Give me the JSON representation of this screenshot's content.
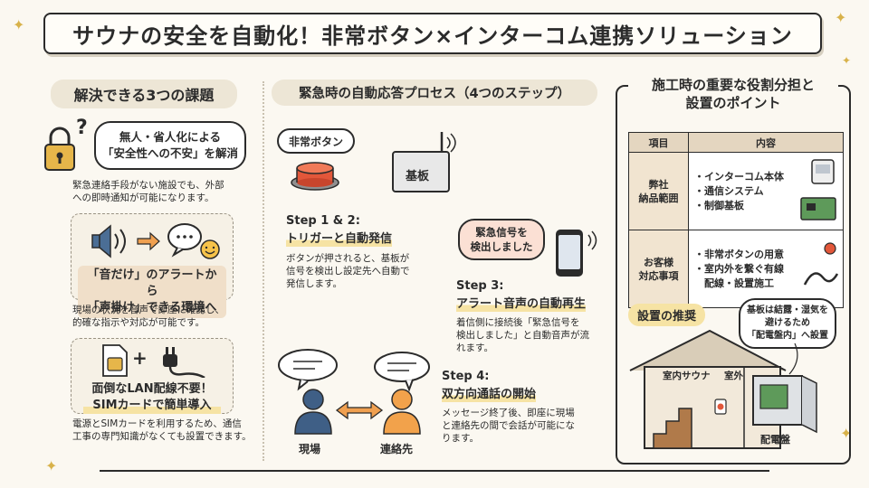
{
  "title": "サウナの安全を自動化！非常ボタン×インターコム連携ソリューション",
  "left": {
    "heading": "解決できる3つの課題",
    "item1": {
      "bubble_line1": "無人・省人化による",
      "bubble_line2": "「安全性への不安」を解消",
      "desc_line1": "緊急連絡手段がない施設でも、外部",
      "desc_line2": "への即時通知が可能になります。"
    },
    "item2": {
      "banner_line1": "「音だけ」のアラートから",
      "banner_line2": "「声掛け」できる環境へ",
      "desc_line1": "現場の状況を音声で即座に確認し、",
      "desc_line2": "的確な指示や対応が可能です。"
    },
    "item3": {
      "banner_line1": "面倒なLAN配線不要！",
      "banner_line2": "SIMカードで簡単導入",
      "desc_line1": "電源とSIMカードを利用するため、通信",
      "desc_line2": "工事の専門知識がなくても設置できます。"
    },
    "plus": "+"
  },
  "middle": {
    "heading": "緊急時の自動応答プロセス（4つのステップ）",
    "button_label": "非常ボタン",
    "device_label": "基板",
    "step12": {
      "label": "Step 1 & 2:",
      "title": "トリガーと自動発信",
      "desc_line1": "ボタンが押されると、基板が",
      "desc_line2": "信号を検出し設定先へ自動で",
      "desc_line3": "発信します。"
    },
    "phone_bubble_line1": "緊急信号を",
    "phone_bubble_line2": "検出しました",
    "step3": {
      "label": "Step 3:",
      "title": "アラート音声の自動再生",
      "desc_line1": "着信側に接続後「緊急信号を",
      "desc_line2": "検出しました」と自動音声が流",
      "desc_line3": "れます。"
    },
    "person_left": "現場",
    "person_right": "連絡先",
    "step4": {
      "label": "Step 4:",
      "title": "双方向通話の開始",
      "desc_line1": "メッセージ終了後、即座に現場",
      "desc_line2": "と連絡先の間で会話が可能にな",
      "desc_line3": "ります。"
    }
  },
  "right": {
    "heading_line1": "施工時の重要な役割分担と",
    "heading_line2": "設置のポイント",
    "table": {
      "col1": "項目",
      "col2": "内容",
      "rows": [
        {
          "label_line1": "弊社",
          "label_line2": "納品範囲",
          "items": [
            "・インターコム本体",
            "・通信システム",
            "・制御基板"
          ]
        },
        {
          "label_line1": "お客様",
          "label_line2": "対応事項",
          "items": [
            "・非常ボタンの用意",
            "・室内外を繋ぐ有線",
            "　配線・設置施工"
          ]
        }
      ]
    },
    "recommend_label": "設置の推奨",
    "note_line1": "基板は結露・湿気を",
    "note_line2": "避けるため",
    "note_line3": "「配電盤内」へ設置",
    "room_in": "室内サウナ",
    "room_out": "室外",
    "panel_label": "配電盤"
  },
  "colors": {
    "accent_orange": "#f0a050",
    "button_red": "#e2573a",
    "person_blue": "#3f5f86",
    "person_orange": "#f2a24b",
    "highlight": "#f6e3a4"
  }
}
